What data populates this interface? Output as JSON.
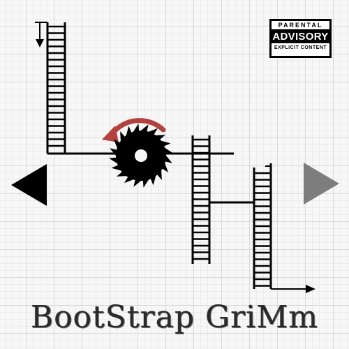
{
  "advisory": {
    "line1": "PARENTAL",
    "line2": "ADVISORY",
    "line3": "EXPLICIT CONTENT"
  },
  "title": "BootStrap GriMm",
  "colors": {
    "background": "#f7f7f7",
    "ink": "#000000",
    "rotate_arrow": "#b4403f",
    "next_arrow": "#7d7d7d"
  },
  "icons": {
    "previous": "left-triangle-icon",
    "next": "right-triangle-icon",
    "saw": "circular-saw-blade-icon",
    "rotate": "counterclockwise-arrow-icon"
  }
}
